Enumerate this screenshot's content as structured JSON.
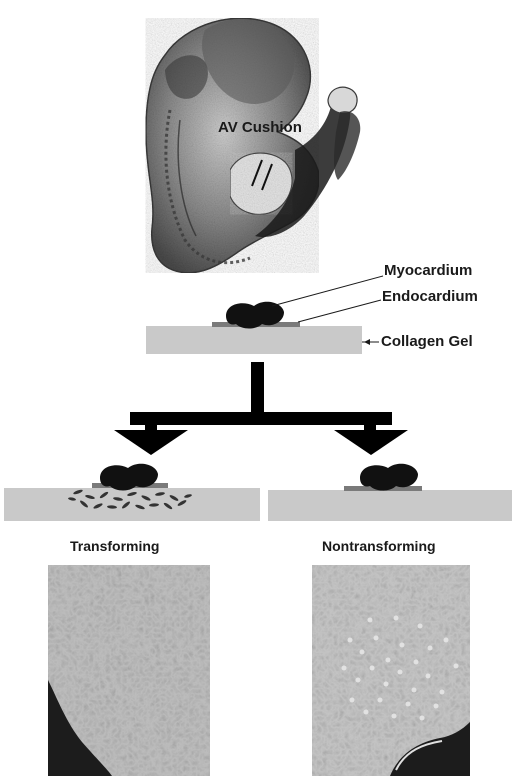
{
  "labels": {
    "av_cushion": "AV Cushion",
    "myocardium": "Myocardium",
    "endocardium": "Endocardium",
    "collagen_gel": "Collagen Gel",
    "transforming": "Transforming",
    "nontransforming": "Nontransforming"
  },
  "icons": {
    "embryo": "embryo-illustration",
    "arrow": "branching-arrow"
  },
  "colors": {
    "gel": "#c9c9c9",
    "tissue": "#111111",
    "endocardium": "#7a7a7a",
    "micrograph": "#bdbdbd"
  }
}
